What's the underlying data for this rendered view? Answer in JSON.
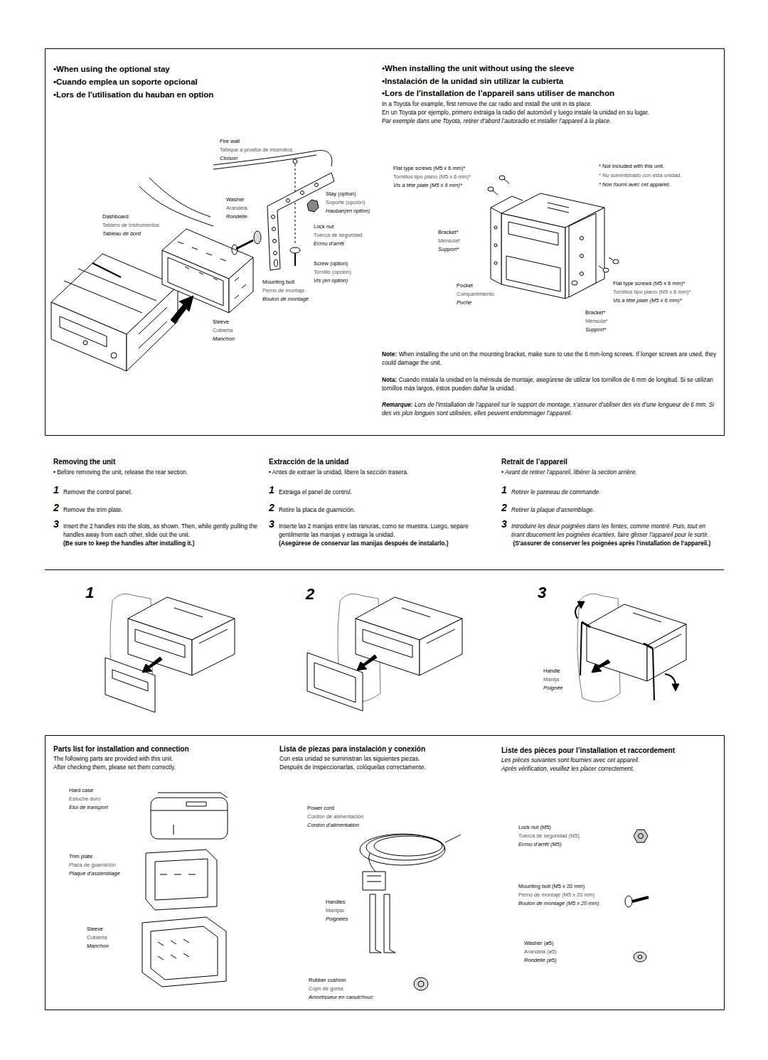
{
  "diagram": {
    "labels": [
      "•When using the optional stay",
      "•Cuando emplea un soporte opcional",
      "•Lors de l'utilisation du hauban en option",
      "Fire wall",
      "Tabique a prueba de incendios",
      "Cloison",
      "Washer",
      "Arandela",
      "Rondelle",
      "Stay (option)",
      "Soporte (opción)",
      "Hauban(en option)",
      "Dashboard",
      "Tablero de instrumentos",
      "Tableau de bord",
      "Lock nut",
      "Tuerca de seguridad",
      "Ecrou d’arrêt",
      "Screw (option)",
      "Tornillo (opción)",
      "Vis (en option)",
      "Mounting bolt",
      "Perno de montaje",
      "Boulon de montage",
      "Sleeve",
      "Cubierta",
      "Manchon",
      "•When installing the unit without using the sleeve",
      "•Instalación de la unidad sin utilizar la cubierta",
      "•Lors de l'installation de l’appareil sans utiliser de manchon",
      "In a Toyota for example, first remove the car radio and install the unit in its place.",
      "En un Toyota por ejemplo, primero extraiga la radio del automóvil y luego instale la unidad en su lugar.",
      "Par exemple dans une Toyota, retirer d’abord l’autoradio et installer l’appareil à la place.",
      "Flat type screws (M5 x 6 mm)*",
      "Tornillos tipo plano (M5 x 6 mm)*",
      "Vis à tête plate (M5 x 6 mm)*",
      "* Not included with this unit.",
      "* No suministrado con esta unidad.",
      "* Non fourni avec cet appareil.",
      "Bracket*",
      "Ménsula*",
      "Support*",
      "Pocket",
      "Compartimiento",
      "Poche",
      "Flat type screws (M5 x 6 mm)*",
      "Tornillos tipo plano (M5 x 6 mm)*",
      "Vis à tête plate (M5 x 6 mm)*",
      "Bracket*",
      "Ménsula*",
      "Support*",
      "Note:",
      "When installing the unit on the mounting bracket, make sure to use the 6 mm-long screws. If longer screws are used, they could damage the unit.",
      "Nota:",
      "Cuando instala la unidad en la ménsula de montaje, asegúrese de utilizar los tornillos de 6 mm de longitud. Si se utilizan tornillos más largos, éstos pueden dañar la unidad.",
      "Remarque:",
      "Lors de l'installation de l’appareil sur le support de montage, s’assurer d’utiliser des vis d’une longueur de 6 mm. Si des vis plus longues sont utilisées, elles peuvent endommager l’appareil.",
      "Removing the unit",
      "• Before removing the unit, release the rear section.",
      "1",
      "Remove the control panel.",
      "2",
      "Remove the trim plate.",
      "3",
      "Insert the 2 handles into the slots, as shown. Then, while gently pulling the handles away from each other, slide out the unit.",
      "(Be sure to keep the handles after installing it.)",
      "Extracción de la unidad",
      "• Antes de extraer la unidad, libere la sección trasera.",
      "1",
      "Extraiga el panel de control.",
      "2",
      "Retire la placa de guarnición.",
      "3",
      "Inserte las 2 manijas entre las ranuras, como se muestra. Luego, separe gentilmente las manijas y extraiga la unidad.",
      "(Asegúrese de conservar las manijas después de instalarlo.)",
      "Retrait de l’appareil",
      "• Avant de retirer l’appareil, libérer la section arrière.",
      "1",
      "Retirer le panneau de commande.",
      "2",
      "Retirer la plaque d’assemblage.",
      "3",
      "Introduire les deux poignées dans les fentes, comme montré. Puis, tout en tirant doucement les poignées écartées, faire glisser l’appareil pour le sortir.",
      "(S'assurer de conserver les poignées après l’installation de l’appareil.)",
      "1",
      "2",
      "3",
      "Handle",
      "Manija",
      "Poignée",
      "Parts list for installation and connection",
      "The following parts are provided with this unit.",
      "After checking them, please set them correctly.",
      "Lista de piezas para instalación y conexión",
      "Con esta unidad se suministran las siguientes piezas.",
      "Después de inspeccionarlas, colóquelas correctamente.",
      "Liste des pièces pour l’installation et raccordement",
      "Les pièces suivantes sont fournies avec cet appareil.",
      "Après vérification, veuillez les placer correctement.",
      "Hard case",
      "Estuche duro",
      "Etui de transport",
      "Trim plate",
      "Placa de guarnición",
      "Plaque d’assemblage",
      "Sleeve",
      "Cubierta",
      "Manchon",
      "Power cord",
      "Cordón de alimentación",
      "Cordon d’alimentation",
      "Handles",
      "Manijas",
      "Poignées",
      "Rubber cushion",
      "Cojín de goma",
      "Amortisseur en caoutchouc",
      "Lock nut (M5)",
      "Tuerca de seguridad (M5)",
      "Ecrou d’arrêt (M5)",
      "Mounting bolt (M5 x 20 mm)",
      "Perno de montaje (M5 x 20 mm)",
      "Boulon de montage (M5 x 20 mm)",
      "Washer (ø5)",
      "Arandela (ø5)",
      "Rondelle (ø5)"
    ]
  }
}
